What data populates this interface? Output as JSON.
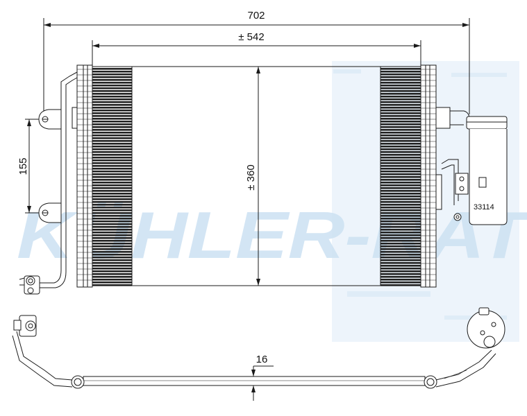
{
  "drawing": {
    "dimensions": {
      "overall_width": "702",
      "core_width": "± 542",
      "core_height": "± 360",
      "mount_spacing": "155",
      "thickness": "16"
    },
    "part_number": "33114",
    "watermark": "KÜHLER-RAT"
  },
  "colors": {
    "line": "#1a1a1a",
    "fin_dark": "#222222",
    "watermark": "#cfe3f3",
    "watermark_band": "#e6f0f9"
  }
}
